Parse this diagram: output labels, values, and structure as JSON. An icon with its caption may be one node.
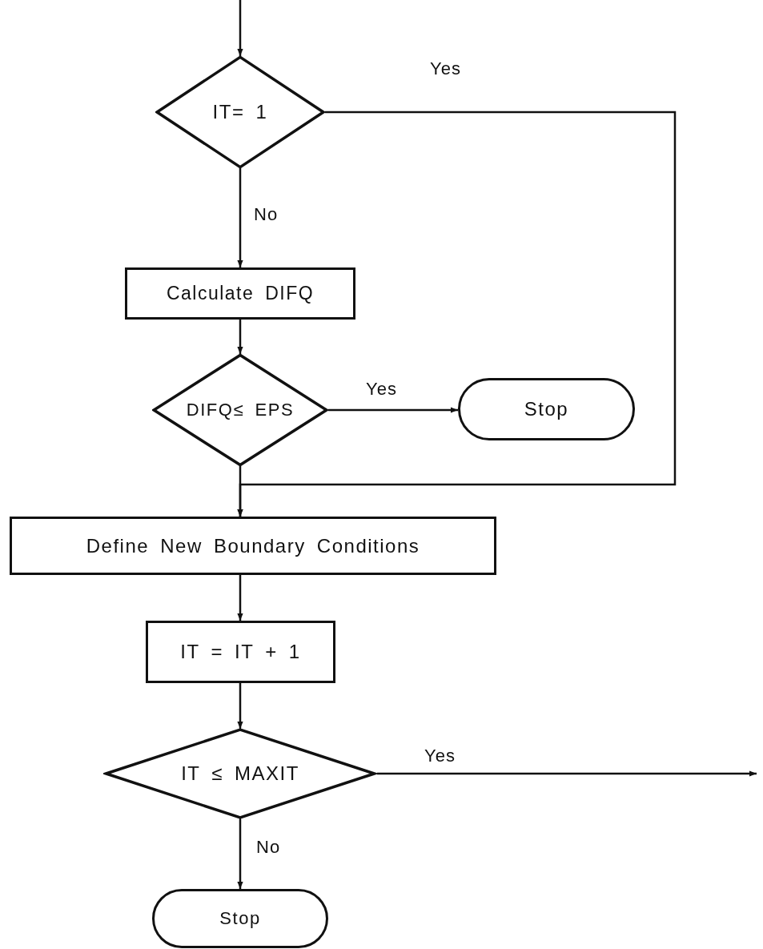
{
  "diagram": {
    "nodes": [
      {
        "text": [
          "IT= 1"
        ]
      },
      {
        "text": [
          "Calculate DIFQ"
        ]
      },
      {
        "text": [
          "DIFQ≤ EPS"
        ]
      },
      {
        "text": [
          "Stop"
        ]
      },
      {
        "text": [
          "Define New Boundary Conditions"
        ]
      },
      {
        "text": [
          "IT = IT + 1"
        ]
      },
      {
        "text": [
          "IT ≤ MAXIT"
        ]
      },
      {
        "text": [
          "Stop"
        ]
      }
    ],
    "edges": [
      {
        "from": null,
        "to": 0,
        "arrow": "to"
      },
      {
        "from": 0,
        "to": 1,
        "arrow": "to",
        "label": "No"
      },
      {
        "from": 0,
        "to": 4,
        "arrow": "to",
        "label": "Yes"
      },
      {
        "from": 1,
        "to": 2,
        "arrow": "to"
      },
      {
        "from": 2,
        "to": 3,
        "arrow": "to",
        "label": "Yes"
      },
      {
        "from": 2,
        "to": 4,
        "arrow": "to"
      },
      {
        "from": 4,
        "to": 5,
        "arrow": "to"
      },
      {
        "from": 5,
        "to": 6,
        "arrow": "to"
      },
      {
        "from": 6,
        "to": 7,
        "arrow": "to",
        "label": "No"
      },
      {
        "from": 6,
        "to": null,
        "arrow": "to",
        "label": "Yes"
      }
    ]
  }
}
